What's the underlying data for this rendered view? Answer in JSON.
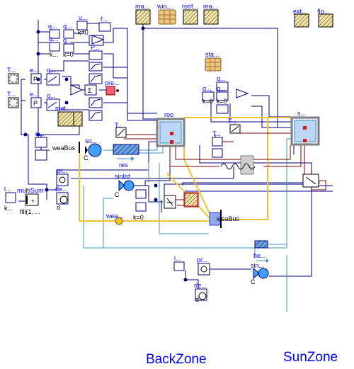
{
  "top_icons": [
    "ma...",
    "win...",
    "roof...",
    "ma...",
    "ext...",
    "flo..."
  ],
  "small_blocks": {
    "const_k": "k=0",
    "const_k2": "k=0",
    "const_k3": "k=0",
    "const_k4": "k=0",
    "const_k5": "k=0",
    "tsource1": "T...",
    "tsource2": "T...",
    "sum": "Σ",
    "pre": "pre...",
    "mat": "mat...",
    "sta": "sta...",
    "T_mid": "T...",
    "T_right": "T...",
    "T_right2": "T...",
    "roo": "roo",
    "s_zone": "s...",
    "q_label": "q...",
    "q_label2": "q...",
    "e_label": "e...",
    "e_label2": "e..."
  },
  "labels": {
    "weaBus_left": "weaBus",
    "so": "so...",
    "res": "res",
    "pr": "pr...",
    "de": "de...",
    "sinInf": "sinInf",
    "multiSum": "multiSum",
    "fill": "fill(1, ...",
    "k_dots": "k...",
    "wea": "wea...",
    "weaBus_right": "weaBus",
    "he": "he...",
    "pr2": "pr...",
    "sin2": "sin...",
    "de2": "de...",
    "C1": "C",
    "C2": "C",
    "C3": "C",
    "d1": "d",
    "d2": "d",
    "k0_lower": "k=0",
    "l": "l..."
  },
  "zones": {
    "back": "BackZone",
    "sun": "SunZone"
  },
  "colors": {
    "signal": "#00007f",
    "heat": "#7f0000",
    "fluid": "#3f8fbf",
    "weather": "#f2c12e",
    "zone_label": "#0000ff"
  }
}
